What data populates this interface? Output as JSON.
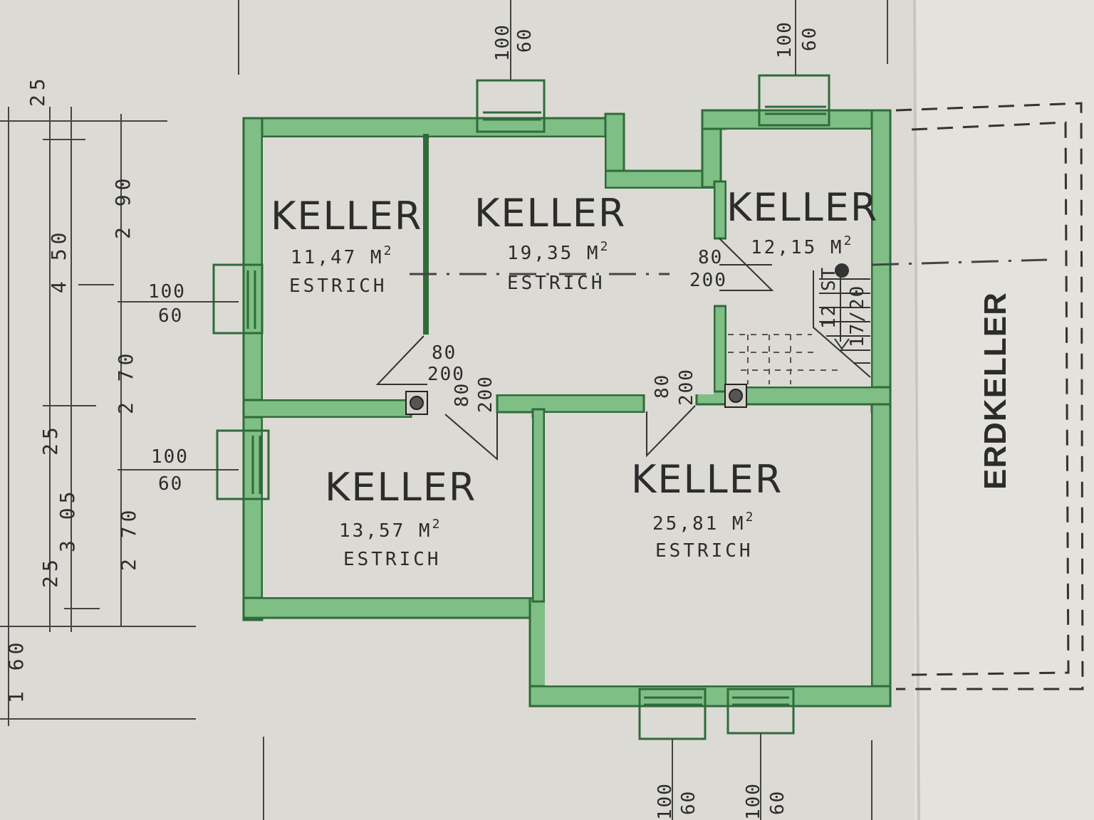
{
  "colors": {
    "paper": "#dcdad4",
    "paper_right": "#e4e2dc",
    "wall_fill": "#7fbf86",
    "wall_edge": "#2f6b3a",
    "ink": "#2c2c2c"
  },
  "rooms": [
    {
      "name": "KELLER",
      "area": "11,47 M",
      "area_sup": "2",
      "floor": "ESTRICH"
    },
    {
      "name": "KELLER",
      "area": "19,35 M",
      "area_sup": "2",
      "floor": "ESTRICH"
    },
    {
      "name": "KELLER",
      "area": "12,15 M",
      "area_sup": "2"
    },
    {
      "name": "KELLER",
      "area": "13,57 M",
      "area_sup": "2",
      "floor": "ESTRICH"
    },
    {
      "name": "KELLER",
      "area": "25,81 M",
      "area_sup": "2",
      "floor": "ESTRICH"
    }
  ],
  "doors": [
    {
      "w": "80",
      "h": "200"
    },
    {
      "w": "80",
      "h": "200"
    },
    {
      "w": "80",
      "h": "200"
    },
    {
      "w": "80",
      "h": "200"
    }
  ],
  "windows": [
    {
      "w": "100",
      "h": "60"
    },
    {
      "w": "100",
      "h": "60"
    },
    {
      "w": "100",
      "h": "60"
    },
    {
      "w": "100",
      "h": "60"
    },
    {
      "w": "100",
      "h": "60"
    },
    {
      "w": "100",
      "h": "60"
    }
  ],
  "stair": {
    "label": "12 ST",
    "ratio": "17/20"
  },
  "dims_outer": [
    "25",
    "4 50",
    "25",
    "3 05",
    "25",
    "1 60"
  ],
  "dims_inner": [
    "2 90",
    "2 70",
    "2 70"
  ],
  "side_label": "ERDKELLER"
}
